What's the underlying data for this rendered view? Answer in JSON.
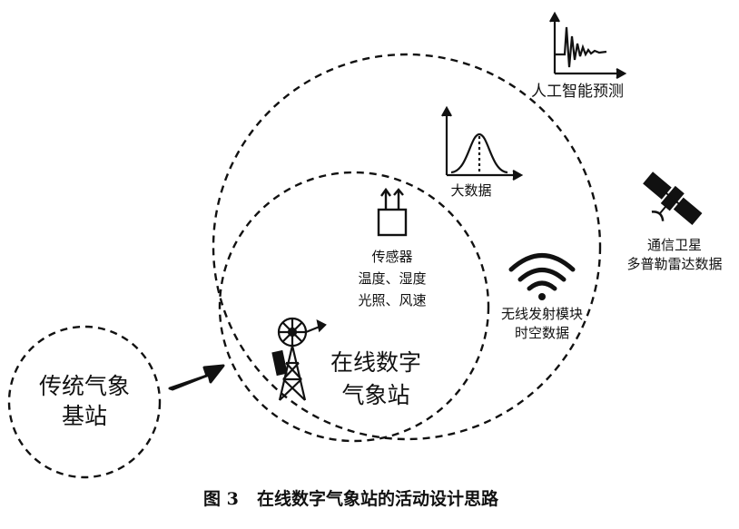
{
  "caption": {
    "figure_number": "图 3",
    "title": "在线数字气象站的活动设计思路"
  },
  "traditional_station": {
    "line1": "传统气象",
    "line2": "基站"
  },
  "online_station": {
    "line1": "在线数字",
    "line2": "气象站"
  },
  "sensor": {
    "title": "传感器",
    "line1": "温度、湿度",
    "line2": "光照、风速"
  },
  "wireless": {
    "line1": "无线发射模块",
    "line2": "时空数据"
  },
  "big_data": {
    "label": "大数据"
  },
  "ai": {
    "label": "人工智能预测"
  },
  "satellite": {
    "line1": "通信卫星",
    "line2": "多普勒雷达数据"
  },
  "icons": {
    "sensor": "sensor-box-icon",
    "wireless": "wifi-icon",
    "big_data": "bell-curve-chart-icon",
    "ai": "damped-oscillation-chart-icon",
    "satellite": "satellite-icon",
    "station": "weather-station-tower-icon",
    "arrow": "right-arrow-icon"
  },
  "colors": {
    "ink": "#111111",
    "background": "#ffffff"
  }
}
